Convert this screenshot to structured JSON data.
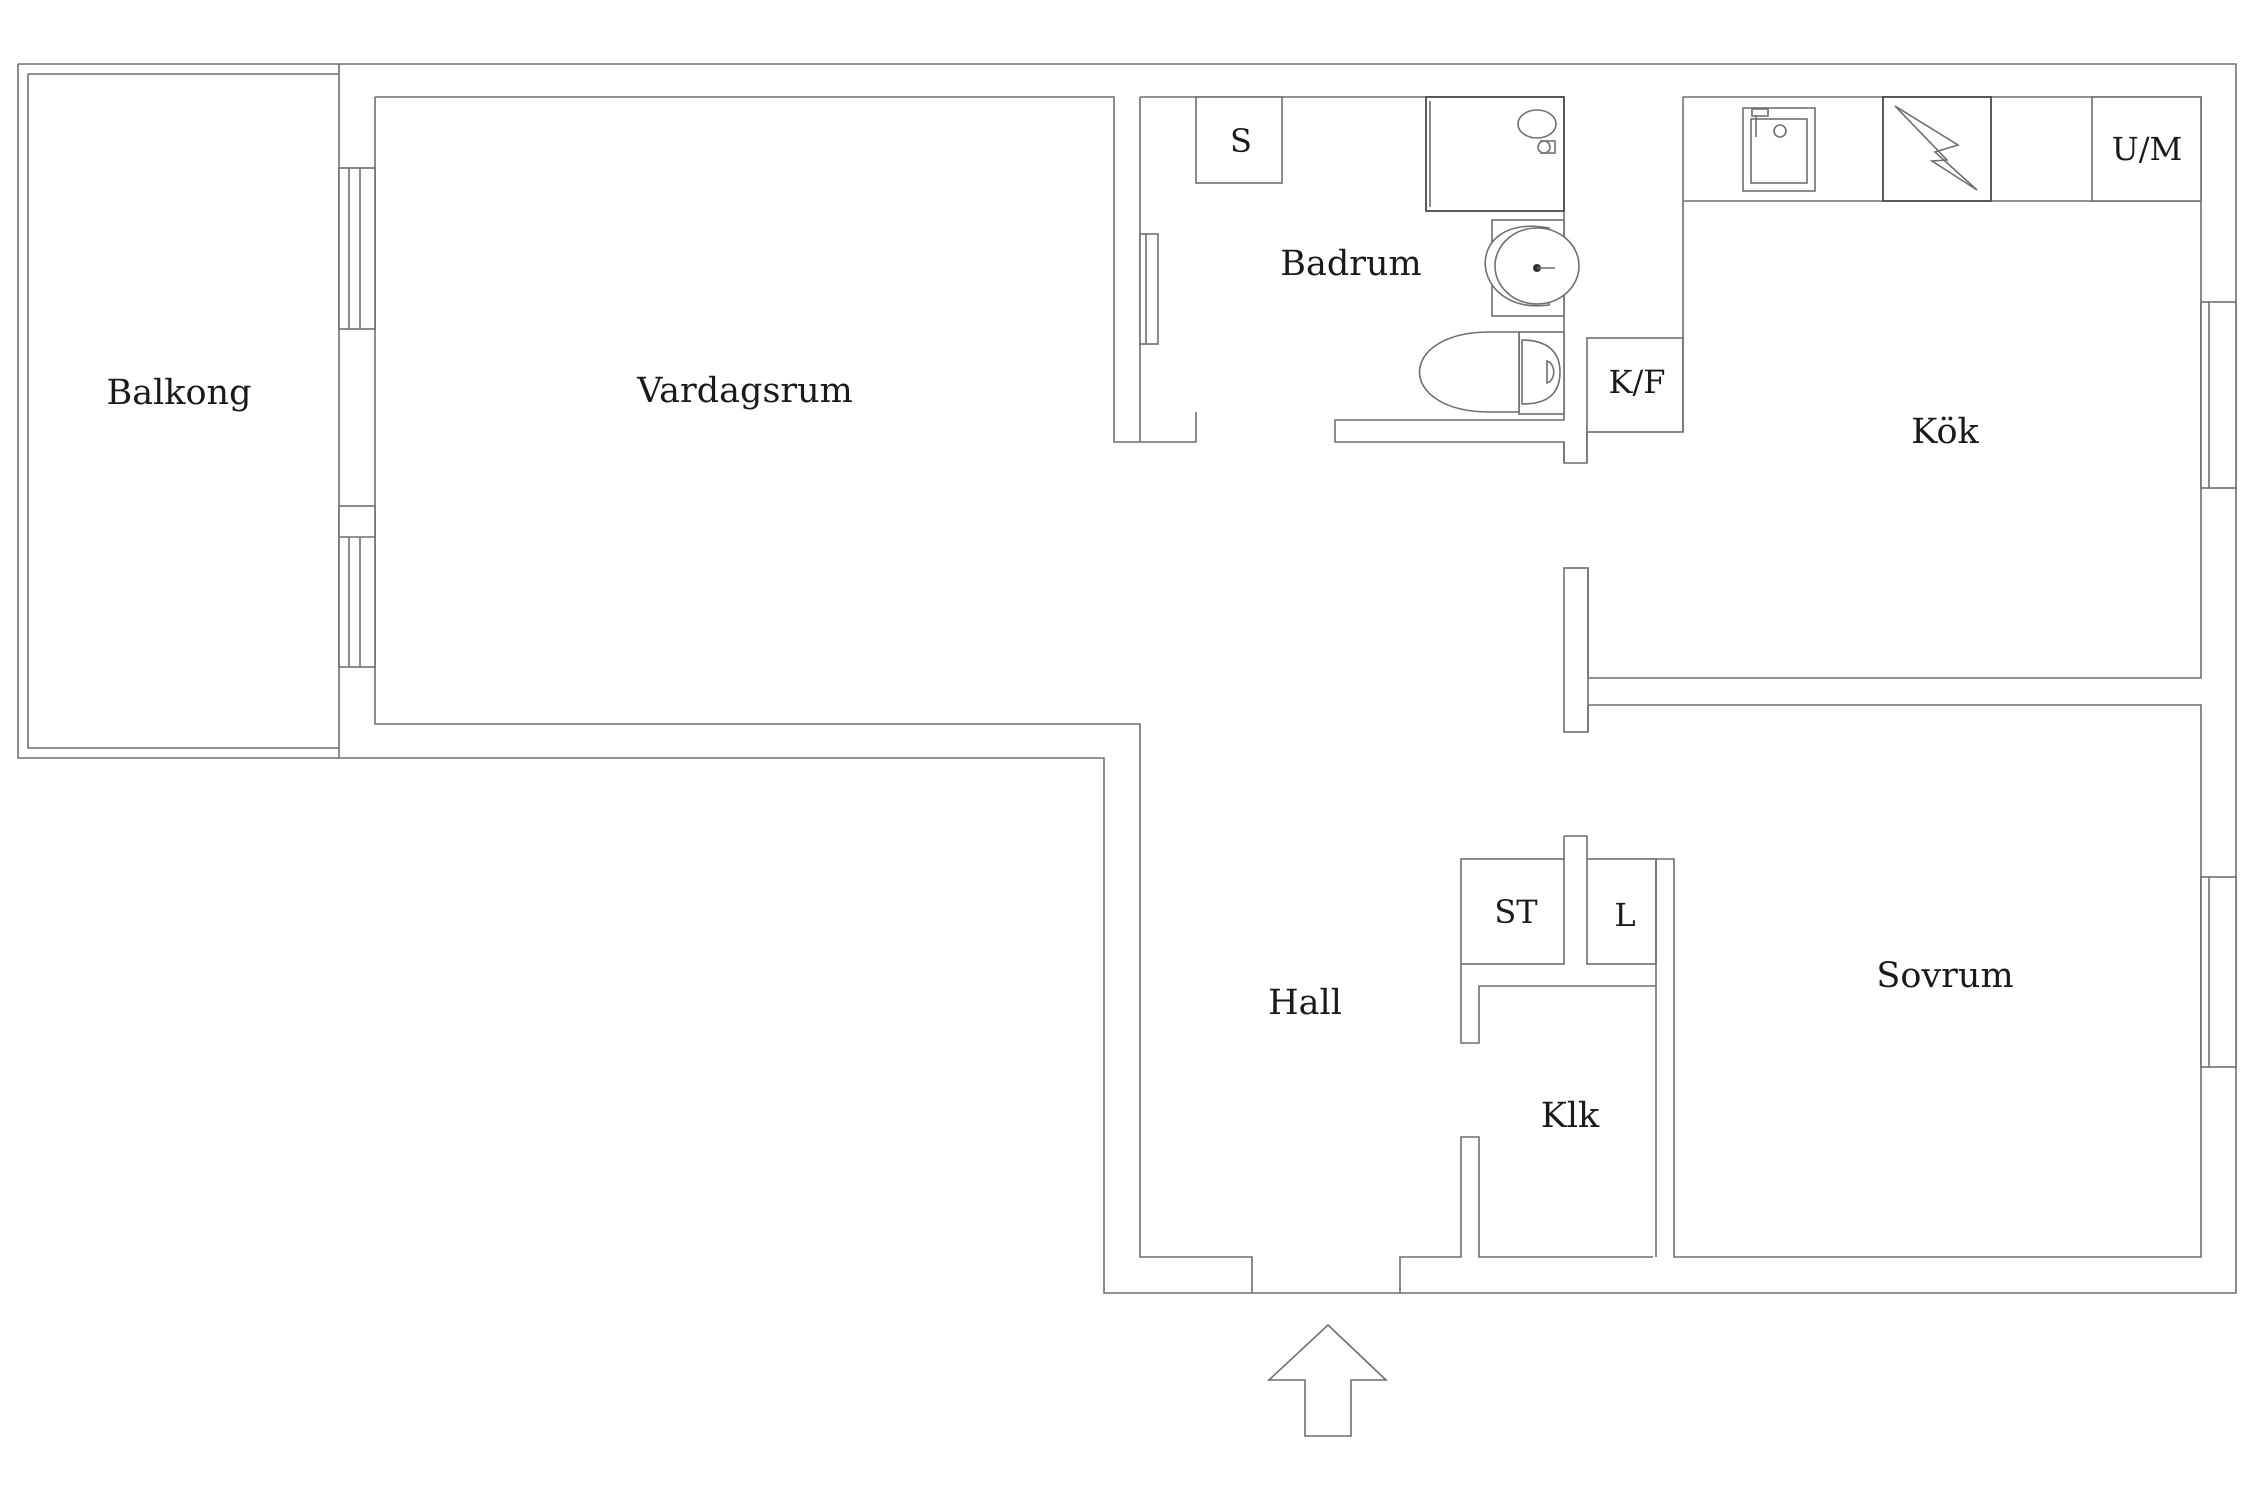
{
  "rooms": {
    "balkong": "Balkong",
    "vardagsrum": "Vardagsrum",
    "badrum": "Badrum",
    "kok": "Kök",
    "hall": "Hall",
    "sovrum": "Sovrum",
    "klk": "Klk"
  },
  "fixtures": {
    "s": "S",
    "kf": "K/F",
    "um": "U/M",
    "st": "ST",
    "l": "L"
  }
}
